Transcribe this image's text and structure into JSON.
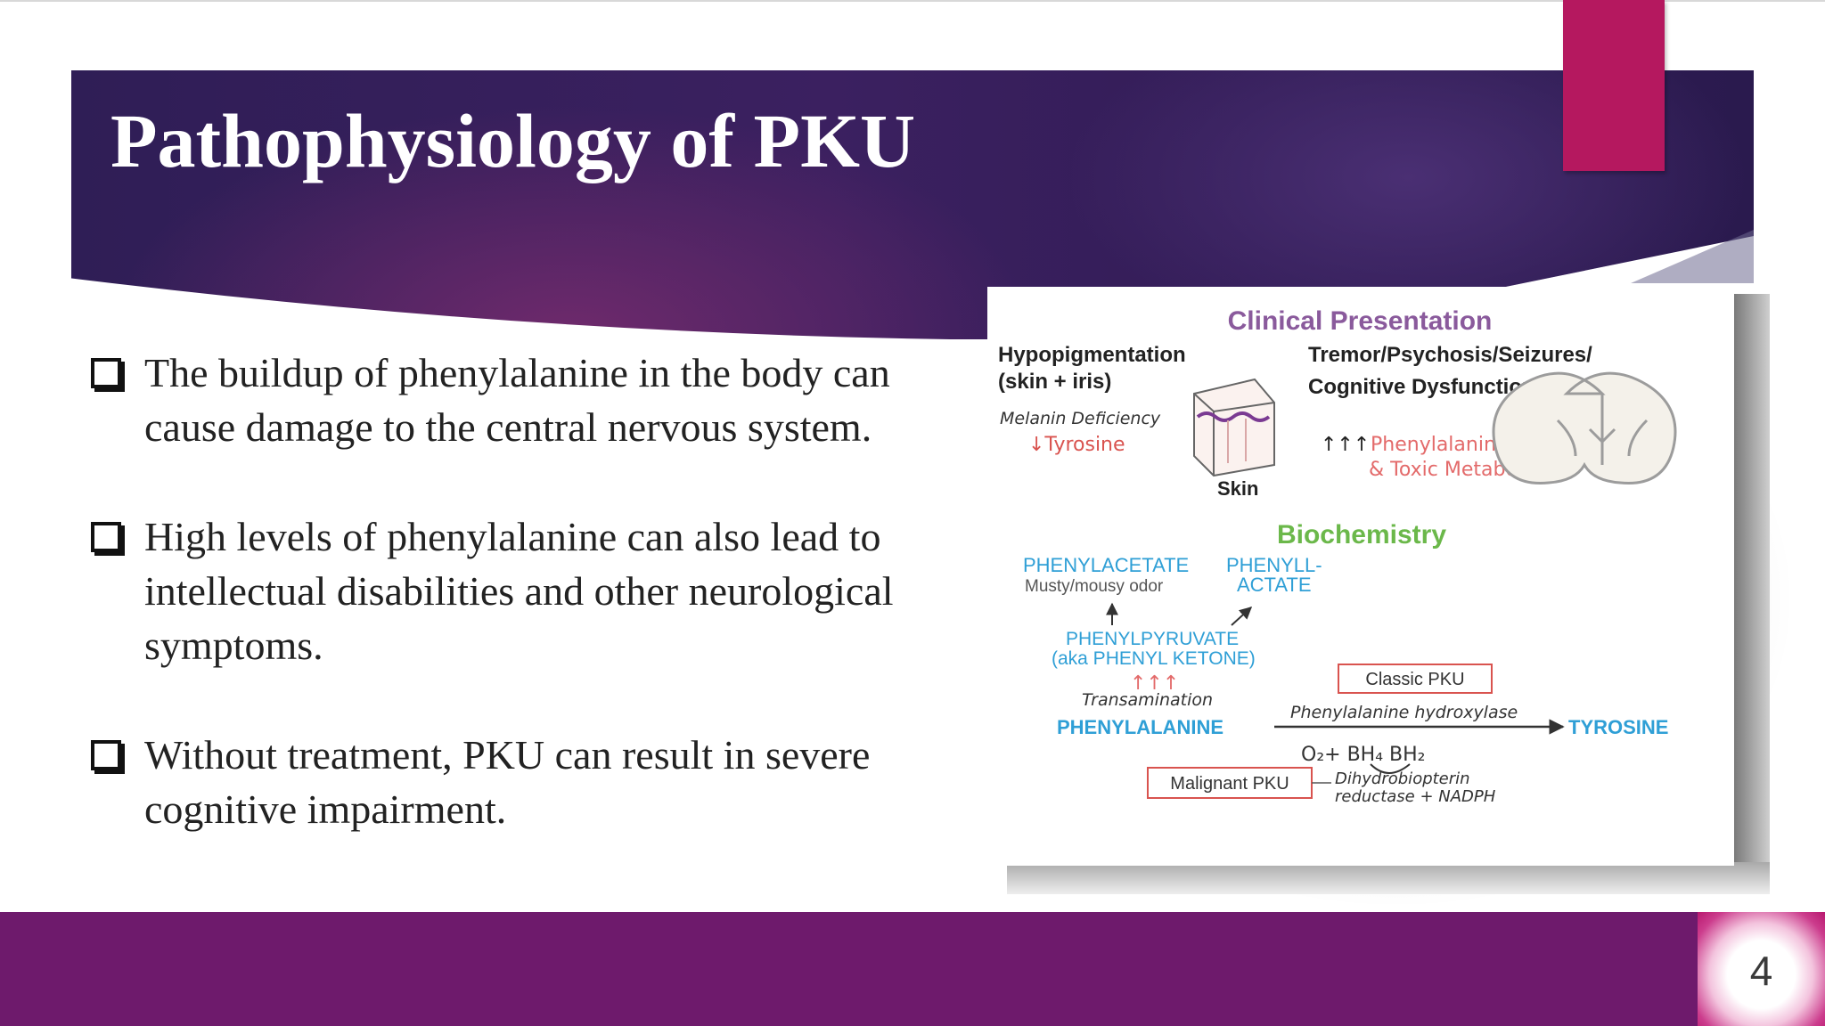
{
  "slide": {
    "title": "Pathophysiology of PKU",
    "page_number": "4",
    "colors": {
      "header_dark": "#2f1e56",
      "header_accent": "#6f2a6c",
      "tab_pink": "#b5185f",
      "footer_purple": "#6e1a6c"
    }
  },
  "bullets": [
    {
      "icon": "checkbox-icon",
      "text": "The buildup of phenylalanine in the body can cause damage to the central nervous system."
    },
    {
      "icon": "checkbox-icon",
      "text": "High levels of phenylalanine can also lead to intellectual disabilities and other neurological symptoms."
    },
    {
      "icon": "checkbox-icon",
      "text": "Without treatment, PKU can result in severe cognitive impairment."
    }
  ],
  "figure": {
    "clinical_title": "Clinical Presentation",
    "hypo_line1": "Hypopigmentation",
    "hypo_line2": "(skin + iris)",
    "melanin": "Melanin Deficiency",
    "tyrosine_low": "↓Tyrosine",
    "skin_label": "Skin",
    "tremor_line1": "Tremor/Psychosis/Seizures/",
    "tremor_line2": "Cognitive Dysfunction",
    "phe_arrows": "↑↑↑",
    "phe_high": "Phenylalanine",
    "toxic": "& Toxic Metabolites",
    "biochem_title": "Biochemistry",
    "phenylacetate": "PHENYLACETATE",
    "musty": "Musty/mousy odor",
    "phenyllactate_1": "PHENYLL-",
    "phenyllactate_2": "ACTATE",
    "phenylpyruvate": "PHENYLPYRUVATE",
    "aka": "(aka PHENYL KETONE)",
    "transamination": "Transamination",
    "phenylalanine": "PHENYLALANINE",
    "tyrosine": "TYROSINE",
    "enzyme": "Phenylalanine hydroxylase",
    "cofactor": "O₂+ BH₄ BH₂",
    "classic_pku": "Classic PKU",
    "malignant_pku": "Malignant PKU",
    "dhpr_1": "Dihydrobiopterin",
    "dhpr_2": "reductase + NADPH",
    "colors": {
      "title_purple": "#8a5a9c",
      "green": "#6bb84a",
      "blue": "#2f9fd6",
      "red": "#e36a6a",
      "box_red": "#d9534f"
    }
  }
}
